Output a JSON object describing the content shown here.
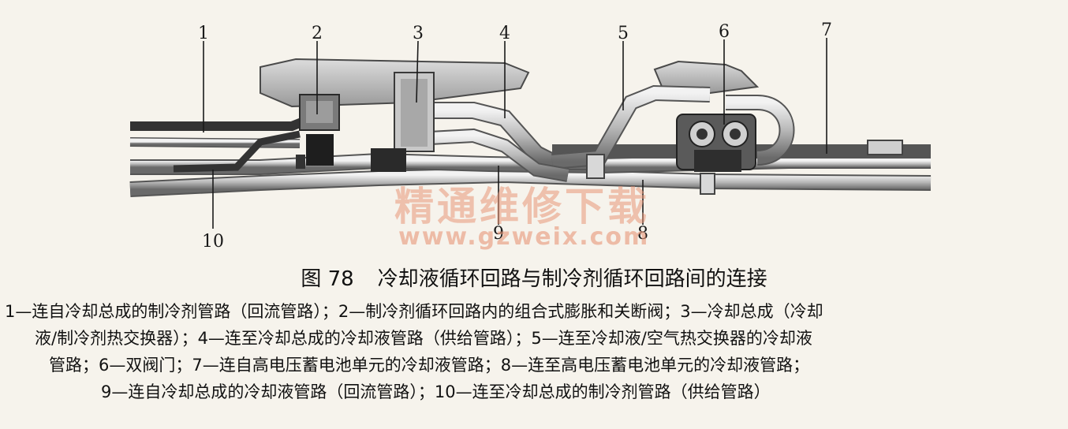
{
  "callouts": {
    "c1": "1",
    "c2": "2",
    "c3": "3",
    "c4": "4",
    "c5": "5",
    "c6": "6",
    "c7": "7",
    "c8": "8",
    "c9": "9",
    "c10": "10"
  },
  "watermark": {
    "chinese": "精通维修下载",
    "url": "www.gzweix.com"
  },
  "caption": {
    "figure_number": "图 78",
    "title": "冷却液循环回路与制冷剂循环回路间的连接"
  },
  "legend_lines": [
    "1—连自冷却总成的制冷剂管路（回流管路）；2—制冷剂循环回路内的组合式膨胀和关断阀；3—冷却总成（冷却",
    "液/制冷剂热交换器）；4—连至冷却总成的冷却液管路（供给管路）；5—连至冷却液/空气热交换器的冷却液",
    "管路；6—双阀门；7—连自高电压蓄电池单元的冷却液管路；8—连至高电压蓄电池单元的冷却液管路；",
    "9—连自冷却总成的冷却液管路（回流管路）；10—连至冷却总成的制冷剂管路（供给管路）"
  ]
}
